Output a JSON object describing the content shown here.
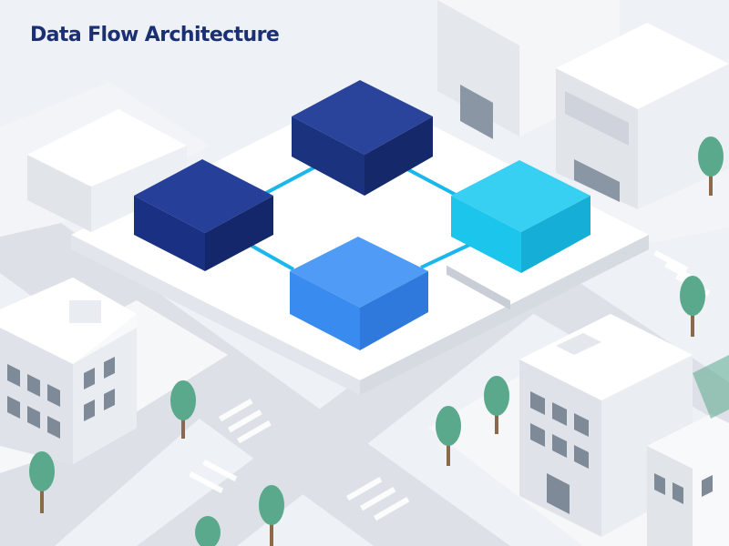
{
  "title": "Data Flow Architecture",
  "colors": {
    "background": "#eef1f5",
    "title": "#1b2f73",
    "node_navy": "#1a3183",
    "node_blue": "#3a8bf0",
    "node_cyan": "#1cc5ec",
    "arrow": "#1ab6ec",
    "tree": "#5aa98c"
  },
  "diagram": {
    "nodes": [
      {
        "id": "top",
        "color": "node_navy"
      },
      {
        "id": "left",
        "color": "node_navy"
      },
      {
        "id": "right",
        "color": "node_cyan"
      },
      {
        "id": "bottom",
        "color": "node_blue"
      }
    ],
    "edges": [
      {
        "from": "left",
        "to": "top"
      },
      {
        "from": "top",
        "to": "right"
      },
      {
        "from": "bottom",
        "to": "left"
      },
      {
        "from": "bottom",
        "to": "right"
      }
    ]
  }
}
